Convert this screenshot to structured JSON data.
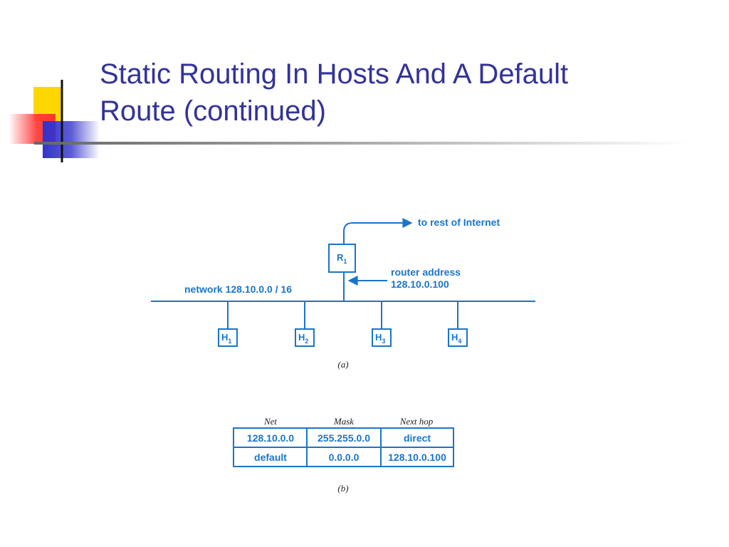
{
  "slide": {
    "title_line1": "Static Routing In Hosts And A Default",
    "title_line2": "Route (continued)",
    "colors": {
      "title": "#333399",
      "diagram_blue": "#1a75c9",
      "deco_yellow": "#ffd700",
      "deco_red": "#ff3333",
      "deco_blue": "#3333cc"
    }
  },
  "diagram": {
    "internet_label": "to rest of Internet",
    "router": {
      "name": "R",
      "sub": "1"
    },
    "router_address_label": "router address",
    "router_address_value": "128.10.0.100",
    "network_label": "network 128.10.0.0 / 16",
    "hosts": [
      {
        "name": "H",
        "sub": "1"
      },
      {
        "name": "H",
        "sub": "2"
      },
      {
        "name": "H",
        "sub": "3"
      },
      {
        "name": "H",
        "sub": "4"
      }
    ],
    "caption_a": "(a)",
    "caption_b": "(b)"
  },
  "routing_table": {
    "headers": [
      "Net",
      "Mask",
      "Next hop"
    ],
    "rows": [
      [
        "128.10.0.0",
        "255.255.0.0",
        "direct"
      ],
      [
        "default",
        "0.0.0.0",
        "128.10.0.100"
      ]
    ]
  }
}
